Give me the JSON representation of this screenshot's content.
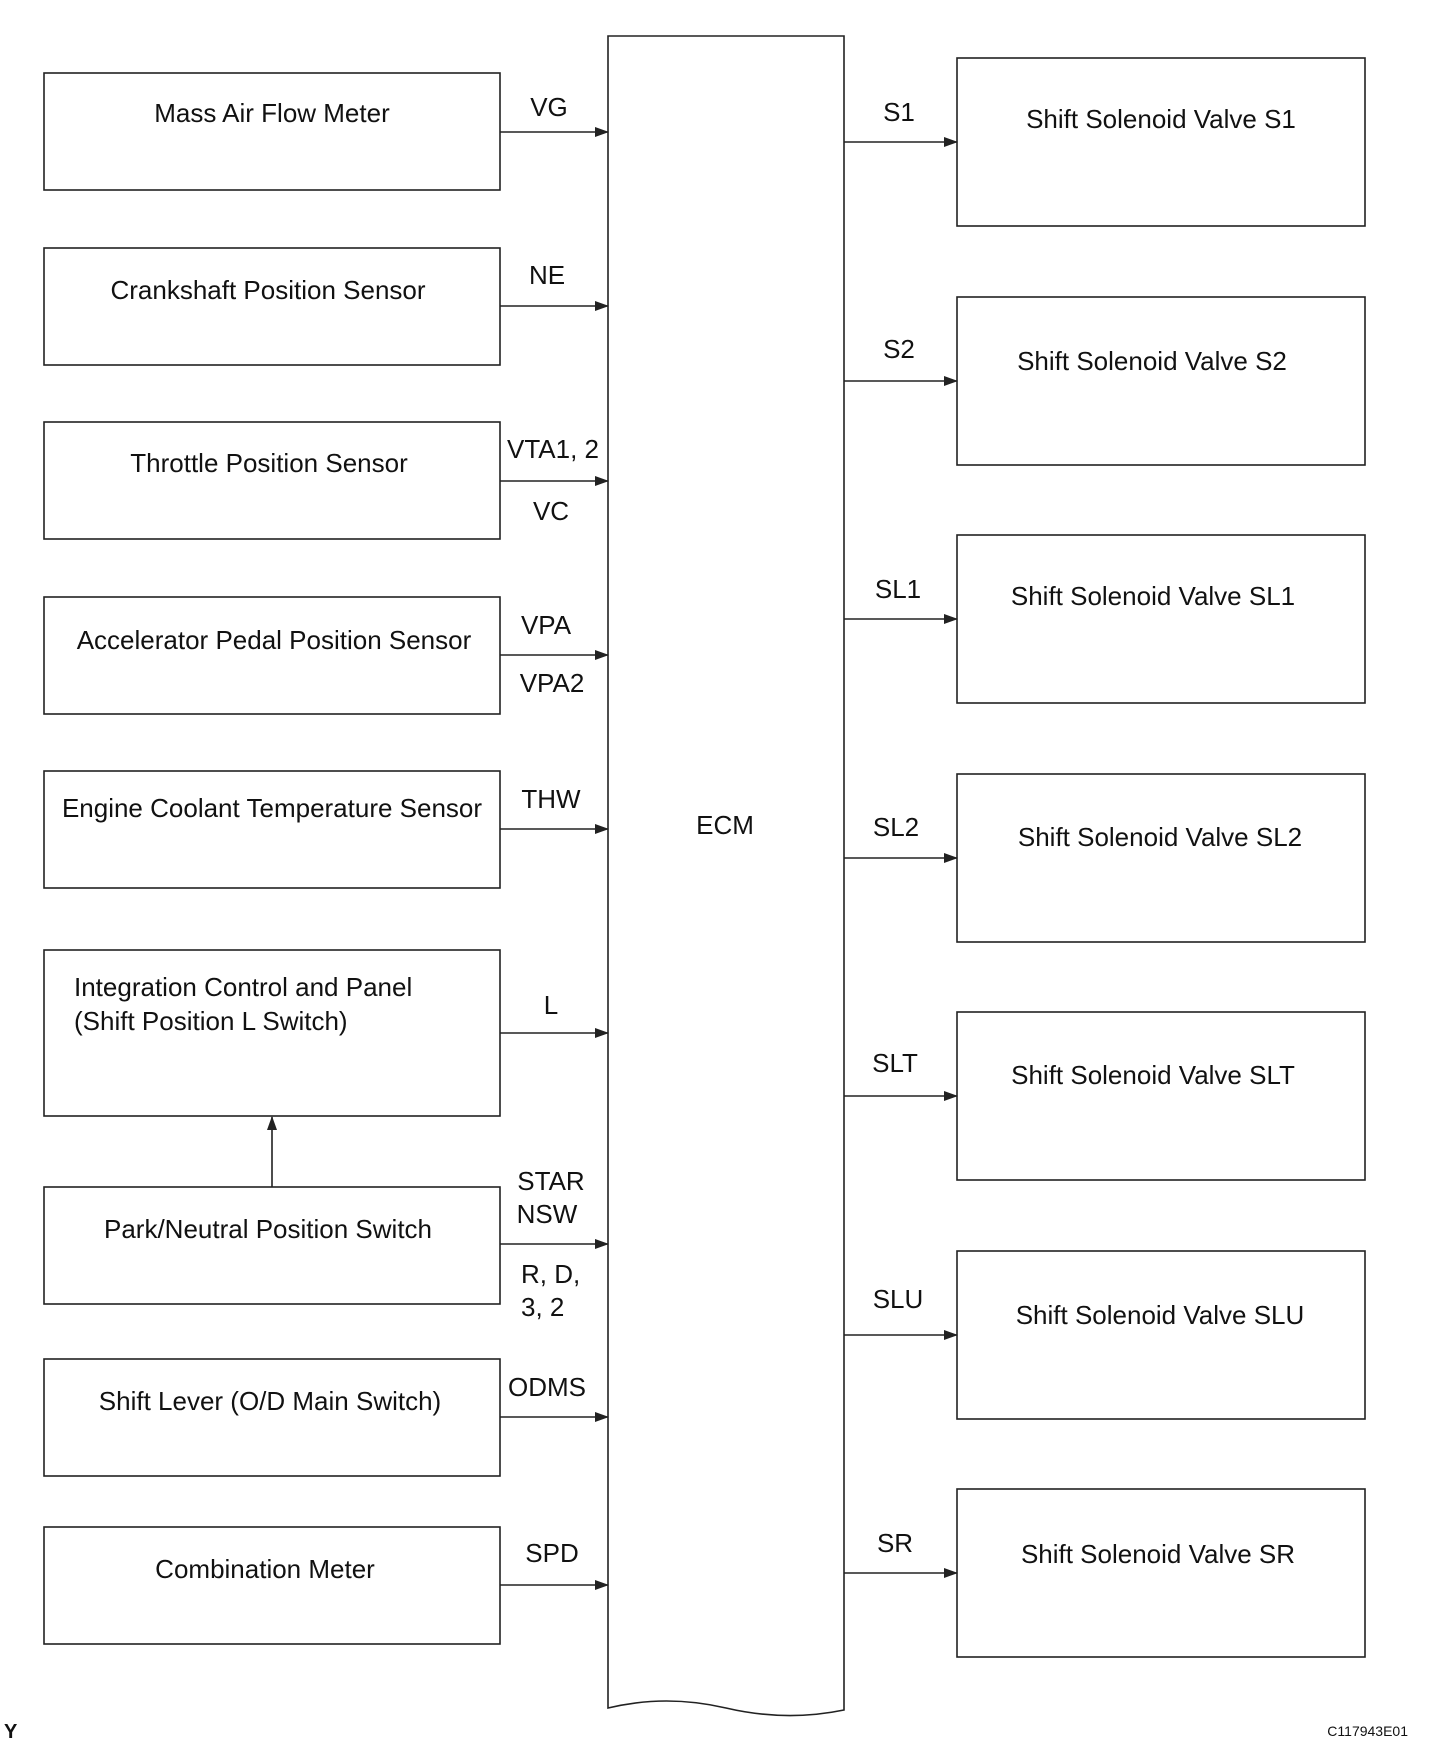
{
  "ecm": {
    "label": "ECM"
  },
  "inputs": [
    {
      "lines": [
        "Mass Air Flow Meter"
      ],
      "signals": [
        "VG"
      ]
    },
    {
      "lines": [
        "Crankshaft Position Sensor"
      ],
      "signals": [
        "NE"
      ]
    },
    {
      "lines": [
        "Throttle Position Sensor"
      ],
      "signals": [
        "VTA1, 2",
        "VC"
      ]
    },
    {
      "lines": [
        "Accelerator Pedal Position Sensor"
      ],
      "signals": [
        "VPA",
        "VPA2"
      ]
    },
    {
      "lines": [
        "Engine Coolant Temperature Sensor"
      ],
      "signals": [
        "THW"
      ]
    },
    {
      "lines": [
        "Integration Control and Panel",
        "(Shift Position L Switch)"
      ],
      "signals": [
        "L"
      ]
    },
    {
      "lines": [
        "Park/Neutral Position Switch"
      ],
      "signals": [
        "STAR",
        "NSW",
        "R, D,",
        "3, 2"
      ]
    },
    {
      "lines": [
        "Shift Lever (O/D Main Switch)"
      ],
      "signals": [
        "ODMS"
      ]
    },
    {
      "lines": [
        "Combination Meter"
      ],
      "signals": [
        "SPD"
      ]
    }
  ],
  "outputs": [
    {
      "label": "Shift Solenoid Valve S1",
      "signal": "S1"
    },
    {
      "label": "Shift Solenoid Valve S2",
      "signal": "S2"
    },
    {
      "label": "Shift Solenoid Valve SL1",
      "signal": "SL1"
    },
    {
      "label": "Shift Solenoid Valve SL2",
      "signal": "SL2"
    },
    {
      "label": "Shift Solenoid Valve SLT",
      "signal": "SLT"
    },
    {
      "label": "Shift Solenoid Valve SLU",
      "signal": "SLU"
    },
    {
      "label": "Shift Solenoid Valve SR",
      "signal": "SR"
    }
  ],
  "footer": {
    "corner_mark": "Y",
    "figure_code": "C117943E01"
  }
}
